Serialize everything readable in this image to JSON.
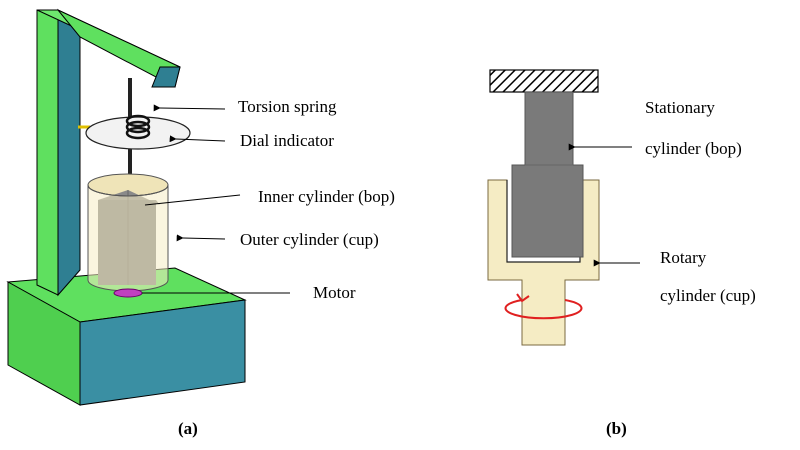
{
  "panel_a": {
    "caption": "(a)",
    "labels": {
      "torsion_spring": "Torsion spring",
      "dial_indicator": "Dial indicator",
      "inner_cylinder": "Inner cylinder (bop)",
      "outer_cylinder": "Outer cylinder (cup)",
      "motor": "Motor"
    }
  },
  "panel_b": {
    "caption": "(b)",
    "labels": {
      "stationary_line1": "Stationary",
      "stationary_line2": "cylinder (bop)",
      "rotary_line1": "Rotary",
      "rotary_line2": "cylinder (cup)"
    }
  },
  "colors": {
    "frame_green": "#5fe05f",
    "frame_side_teal": "#2f7f92",
    "base_front_teal": "#3a8fa3",
    "cup_cream": "#f5ecc4",
    "bob_gray": "#7a7a7a",
    "motor_purple": "#c040c0",
    "rotation_red": "#e02020",
    "hatch_black": "#000000"
  }
}
